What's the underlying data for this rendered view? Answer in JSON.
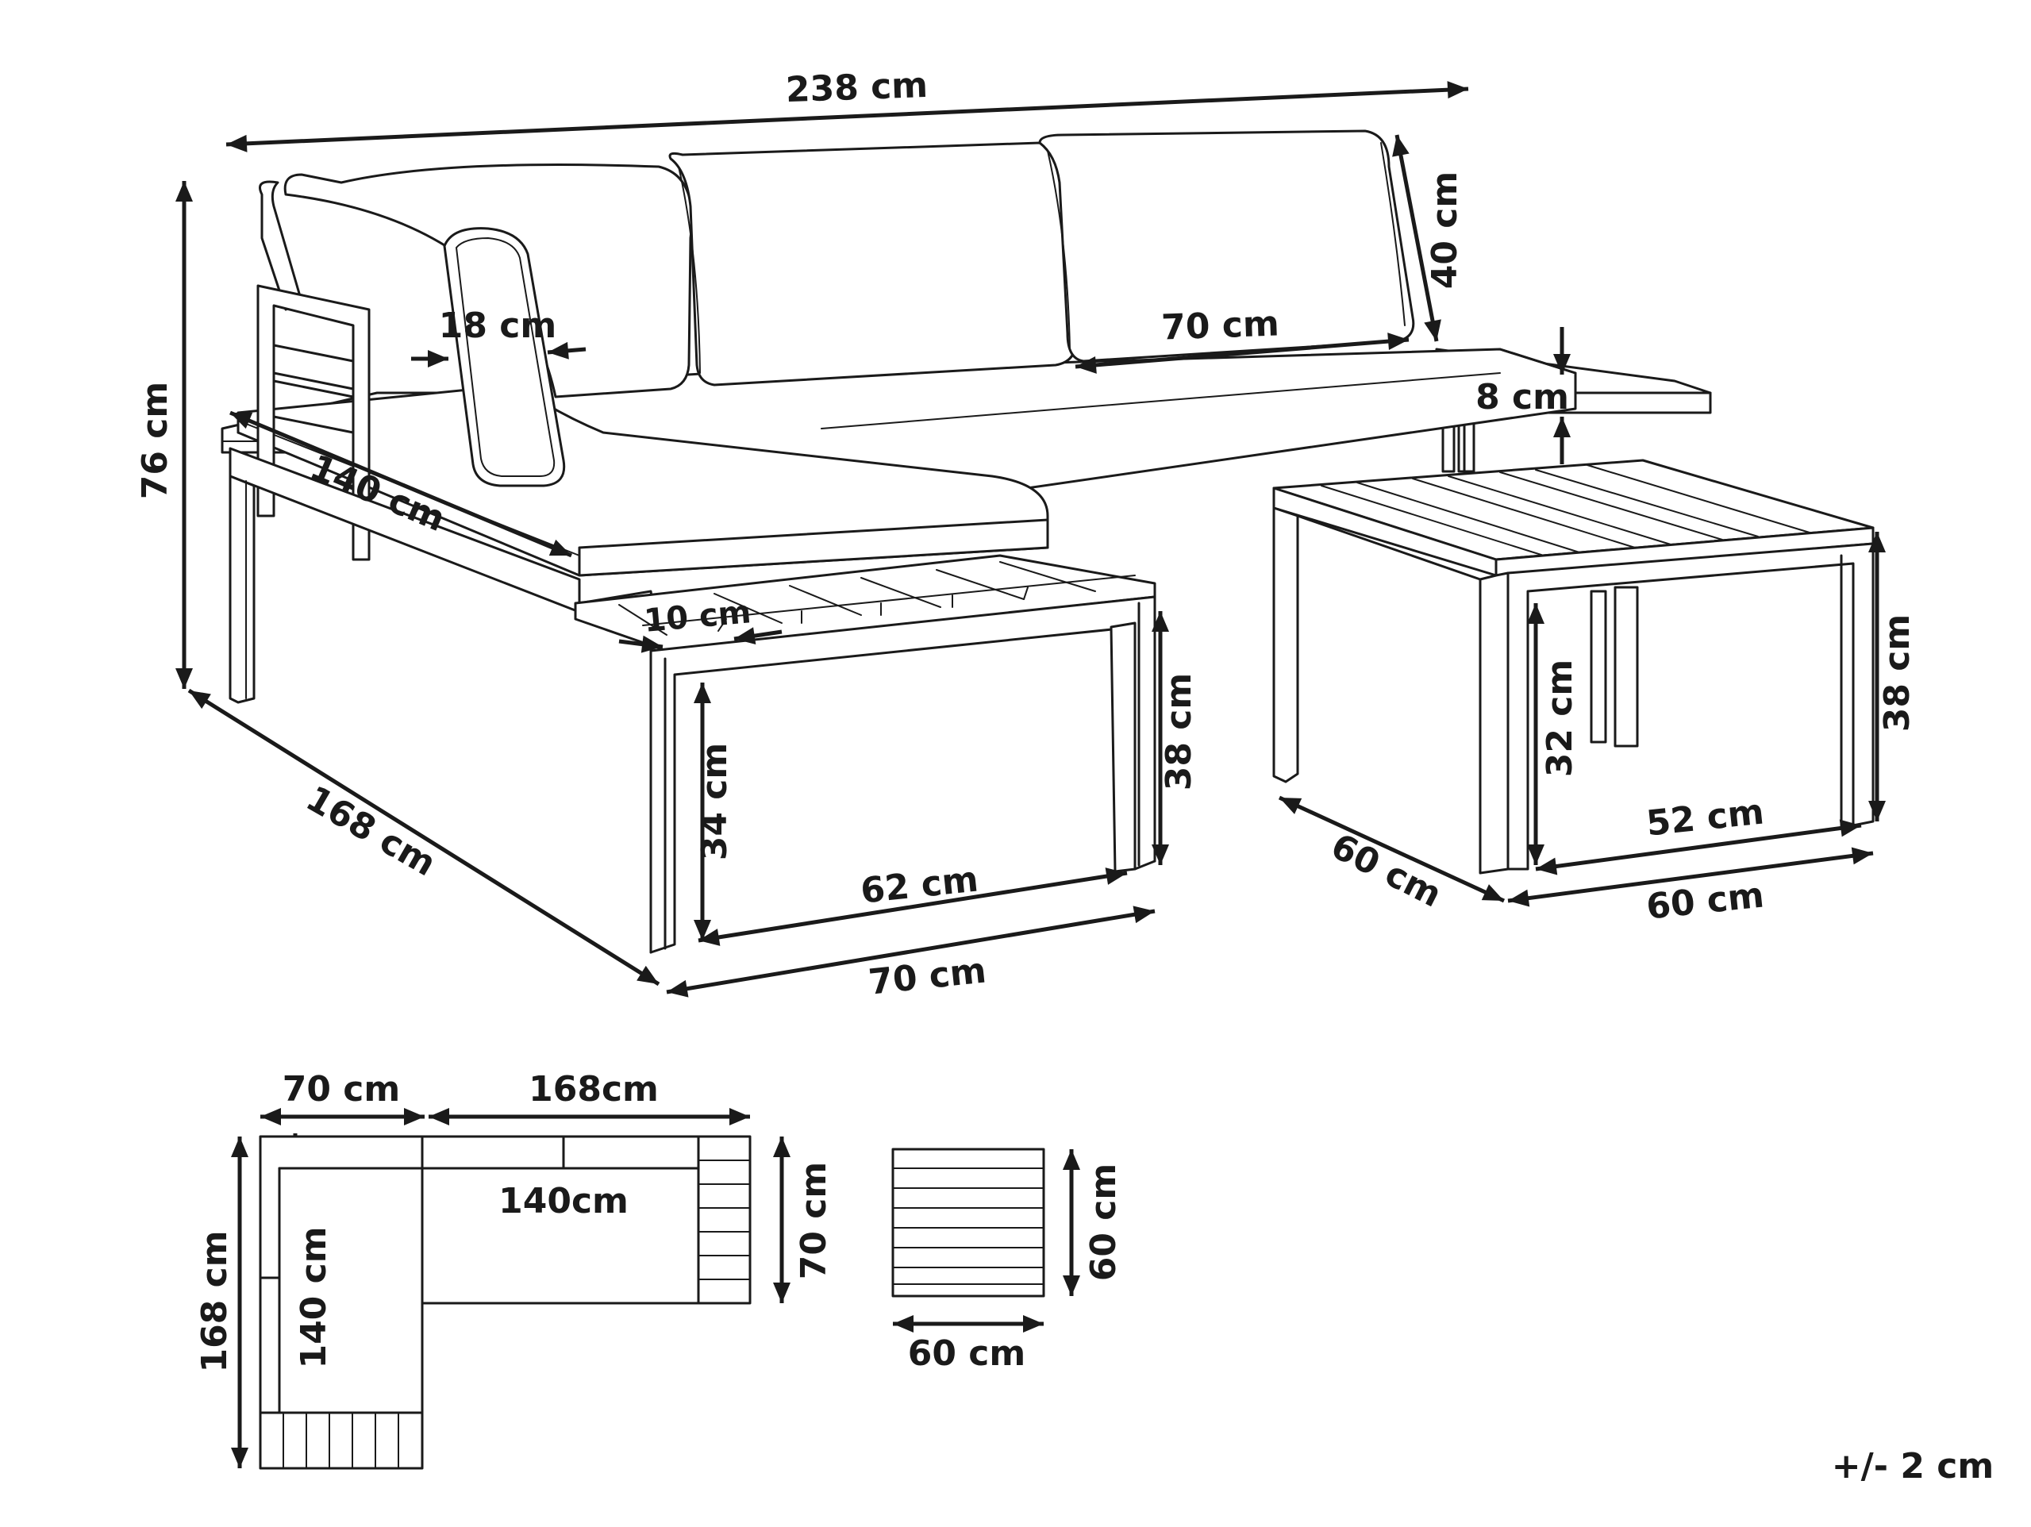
{
  "dimensions": {
    "total_width": "238 cm",
    "total_height": "76 cm",
    "backrest_height": "40 cm",
    "back_cushion_width": "70 cm",
    "armrest_cushion_width": "18 cm",
    "cushion_thickness": "8 cm",
    "chaise_length": "140 cm",
    "shelf_width": "10 cm",
    "sofa_depth": "168 cm",
    "seat_height": "38 cm",
    "base_inner_height": "34 cm",
    "base_inner_width": "62 cm",
    "base_width": "70 cm",
    "table_height": "38 cm",
    "table_inner_height": "32 cm",
    "table_inner_width": "52 cm",
    "table_depth": "60 cm",
    "table_width": "60 cm"
  },
  "plan_view": {
    "top_left_width": "70 cm",
    "top_right_width": "168cm",
    "inner_length": "140cm",
    "right_depth": "70 cm",
    "left_total": "168 cm",
    "left_inner": "140 cm",
    "table_depth": "60 cm",
    "table_width": "60 cm"
  },
  "tolerance": "+/- 2 cm"
}
